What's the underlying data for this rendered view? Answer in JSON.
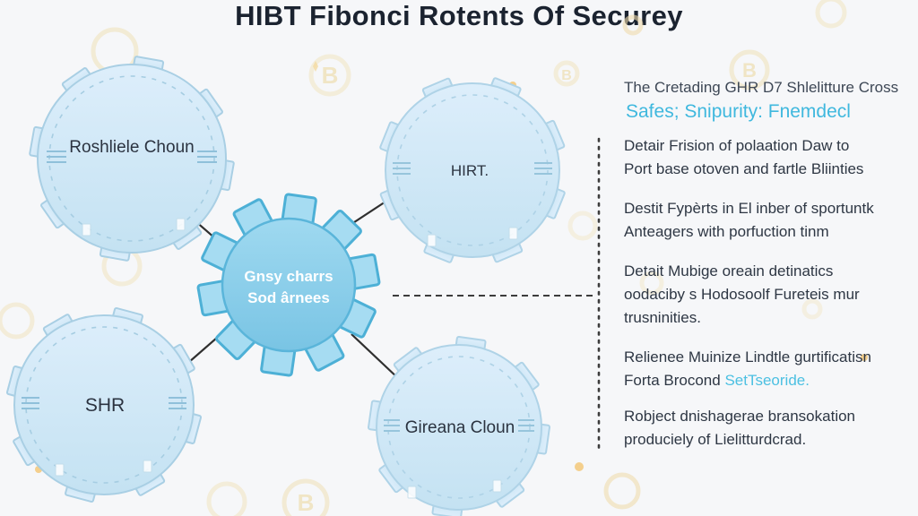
{
  "title": "HIBT Fibonci Rotents Of Securey",
  "diagram": {
    "center_gear": {
      "label_line1": "Gnsy charrs",
      "label_line2": "Sod ârnees"
    },
    "gears": [
      {
        "id": "top-left",
        "label": "Roshliele Choun"
      },
      {
        "id": "right",
        "label": "HIRT."
      },
      {
        "id": "bottom-left",
        "label": "SHR"
      },
      {
        "id": "bottom-right",
        "label": "Gireana Cloun"
      }
    ]
  },
  "sidebar": {
    "heading": {
      "line1": "The Cretading GHR D7 Shlelitture Cross",
      "line2": "Safes; Snipurity: Fnemdecl"
    },
    "items": [
      {
        "lines": [
          "Detair Frision of polaation Daw to",
          "Port base otoven and fartle Bliinties"
        ]
      },
      {
        "lines": [
          "Destit Fypèrts in El inber of sportuntk",
          "Anteagers with porfuction tinm"
        ]
      },
      {
        "lines": [
          "Detait Mubige oreain detinatics",
          "oodaciby s Hodosoolf Fureteis mur",
          "trusninities."
        ]
      },
      {
        "lines": [
          "Relienee Muinize Lindtle gurtificatisn"
        ],
        "line2_prefix": "Forta Brocond ",
        "line2_highlight": "SetTseoride."
      },
      {
        "lines": [
          "Robject dnishagerae bransokation",
          "produciely of Lielitturdcrad."
        ]
      }
    ]
  },
  "decor": {
    "coin_letter": "B"
  },
  "colors": {
    "accent_blue": "#3fb8de",
    "outer_gear_fill": "#cfe7f5",
    "outer_gear_border": "#a9cfe4",
    "center_gear_fill": "#84cbe8",
    "center_gear_border": "#54b2d8",
    "line": "#333333",
    "title_text": "#1b2330",
    "body_text": "#2e3744",
    "decor_coin": "#f0e2bd"
  }
}
